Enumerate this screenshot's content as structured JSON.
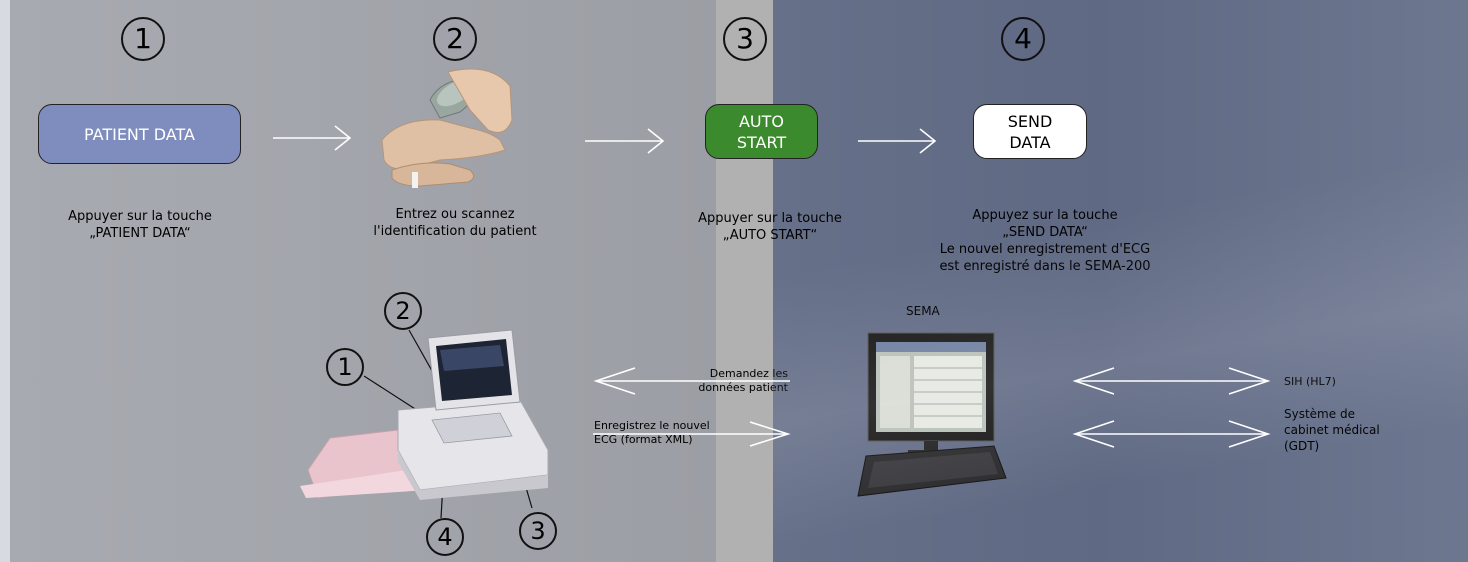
{
  "steps": [
    {
      "number": "1",
      "caption": "Appuyer sur la touche\n„PATIENT DATA“"
    },
    {
      "number": "2",
      "caption": "Entrez ou scannez\nl'identification du patient"
    },
    {
      "number": "3",
      "caption": "Appuyer sur la touche\n„AUTO START“"
    },
    {
      "number": "4",
      "caption": "Appuyez sur la touche\n„SEND DATA“\nLe nouvel enregistrement d'ECG\nest enregistré dans le SEMA-200"
    }
  ],
  "buttons": {
    "patient_data": "PATIENT DATA",
    "auto_start": "AUTO\nSTART",
    "send_data": "SEND\nDATA"
  },
  "colors": {
    "patient_data": "#7e8dbd",
    "auto_start": "#3c8a2e",
    "send_data": "#ffffff"
  },
  "device_callouts": [
    "1",
    "2",
    "3",
    "4"
  ],
  "sema": {
    "title": "SEMA",
    "request_label": "Demandez les\ndonnées patient",
    "save_label": "Enregistrez le nouvel\nECG (format XML)",
    "sih_label": "SIH (HL7)",
    "gdt_label": "Système de\ncabinet médical\n(GDT)"
  }
}
